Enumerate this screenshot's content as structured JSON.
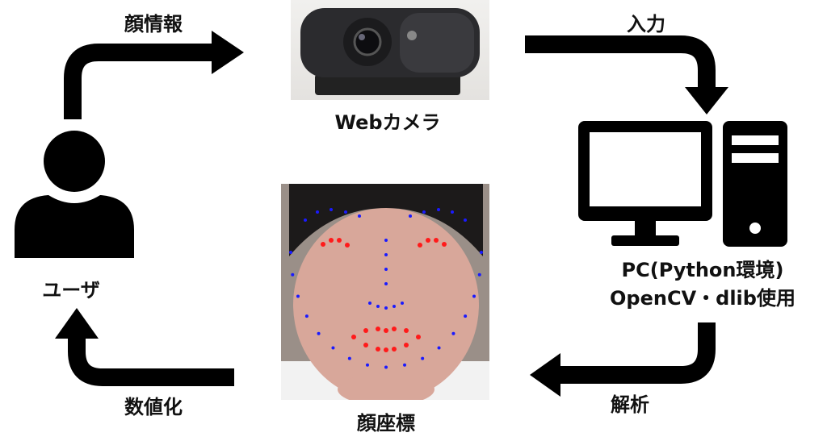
{
  "labels": {
    "face_info": "顔情報",
    "webcam": "Webカメラ",
    "input": "入力",
    "pc_line1": "PC(Python環境)",
    "pc_line2": "OpenCV・dlib使用",
    "analysis": "解析",
    "face_coords": "顔座標",
    "digitize": "数値化",
    "user": "ユーザ"
  },
  "colors": {
    "arrow": "#000000",
    "landmark_blue": "#1a1aff",
    "landmark_red": "#ff1a1a"
  }
}
